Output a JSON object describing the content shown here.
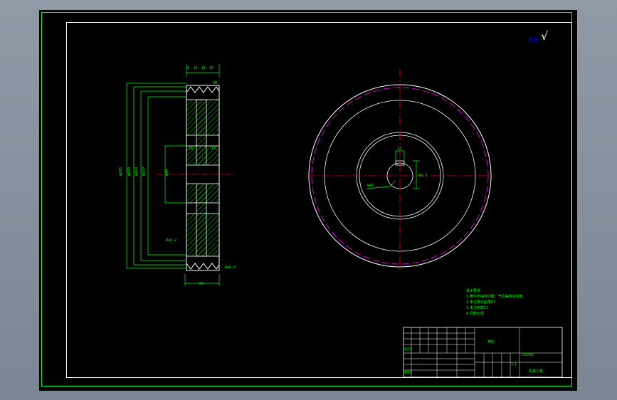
{
  "colors": {
    "line": "#ffffff",
    "dim": "#00ff00",
    "center": "#ff0000",
    "hidden": "#ff00ff",
    "note": "#00ff00",
    "blue": "#0000ff"
  },
  "roughness": {
    "label": "其余",
    "symbol": "√"
  },
  "notes": {
    "title": "技术要求",
    "items": [
      "1.铸件不得有砂眼、气孔等铸造缺陷",
      "2.未注铸造圆角R3",
      "3.未注倒角C1",
      "4.调质处理"
    ]
  },
  "title_block": {
    "part_name": "带轮",
    "material": "HT200",
    "company": "机械工程",
    "scale": "1:1",
    "design_label": "设计",
    "check_label": "审核"
  },
  "dims": {
    "top": [
      "8",
      "15",
      "15",
      "10"
    ],
    "bottom": "60",
    "left": [
      "φ210",
      "φ180",
      "φ160",
      "φ120",
      "φ40"
    ],
    "misc": [
      "15",
      "18",
      "R5",
      "Ra3.2",
      "Ra6.3"
    ]
  },
  "front_view": {
    "key_width": "12",
    "key_depth": "43.3",
    "bore": "φ40"
  }
}
